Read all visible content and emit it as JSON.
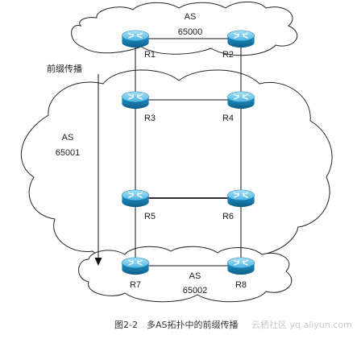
{
  "diagram": {
    "as_top": {
      "label": "AS",
      "number": "65000"
    },
    "as_mid": {
      "label": "AS",
      "number": "65001"
    },
    "as_bottom": {
      "label": "AS",
      "number": "65002"
    },
    "arrow_label": "前缀传播",
    "routers": [
      "R1",
      "R2",
      "R3",
      "R4",
      "R5",
      "R6",
      "R7",
      "R8"
    ],
    "links": [
      [
        "R1",
        "R2"
      ],
      [
        "R1",
        "R3"
      ],
      [
        "R2",
        "R4"
      ],
      [
        "R3",
        "R4"
      ],
      [
        "R3",
        "R5"
      ],
      [
        "R4",
        "R6"
      ],
      [
        "R5",
        "R6"
      ],
      [
        "R5",
        "R7"
      ],
      [
        "R6",
        "R8"
      ],
      [
        "R7",
        "R8"
      ]
    ]
  },
  "caption": "图2-2　多AS拓扑中的前缀传播",
  "watermark": "云栖社区 yq.aliyun.com",
  "colors": {
    "router_top": "#7fd0f0",
    "router_body": "#1d8fc4",
    "router_dark": "#11648f",
    "cloud_stroke": "#222222"
  }
}
